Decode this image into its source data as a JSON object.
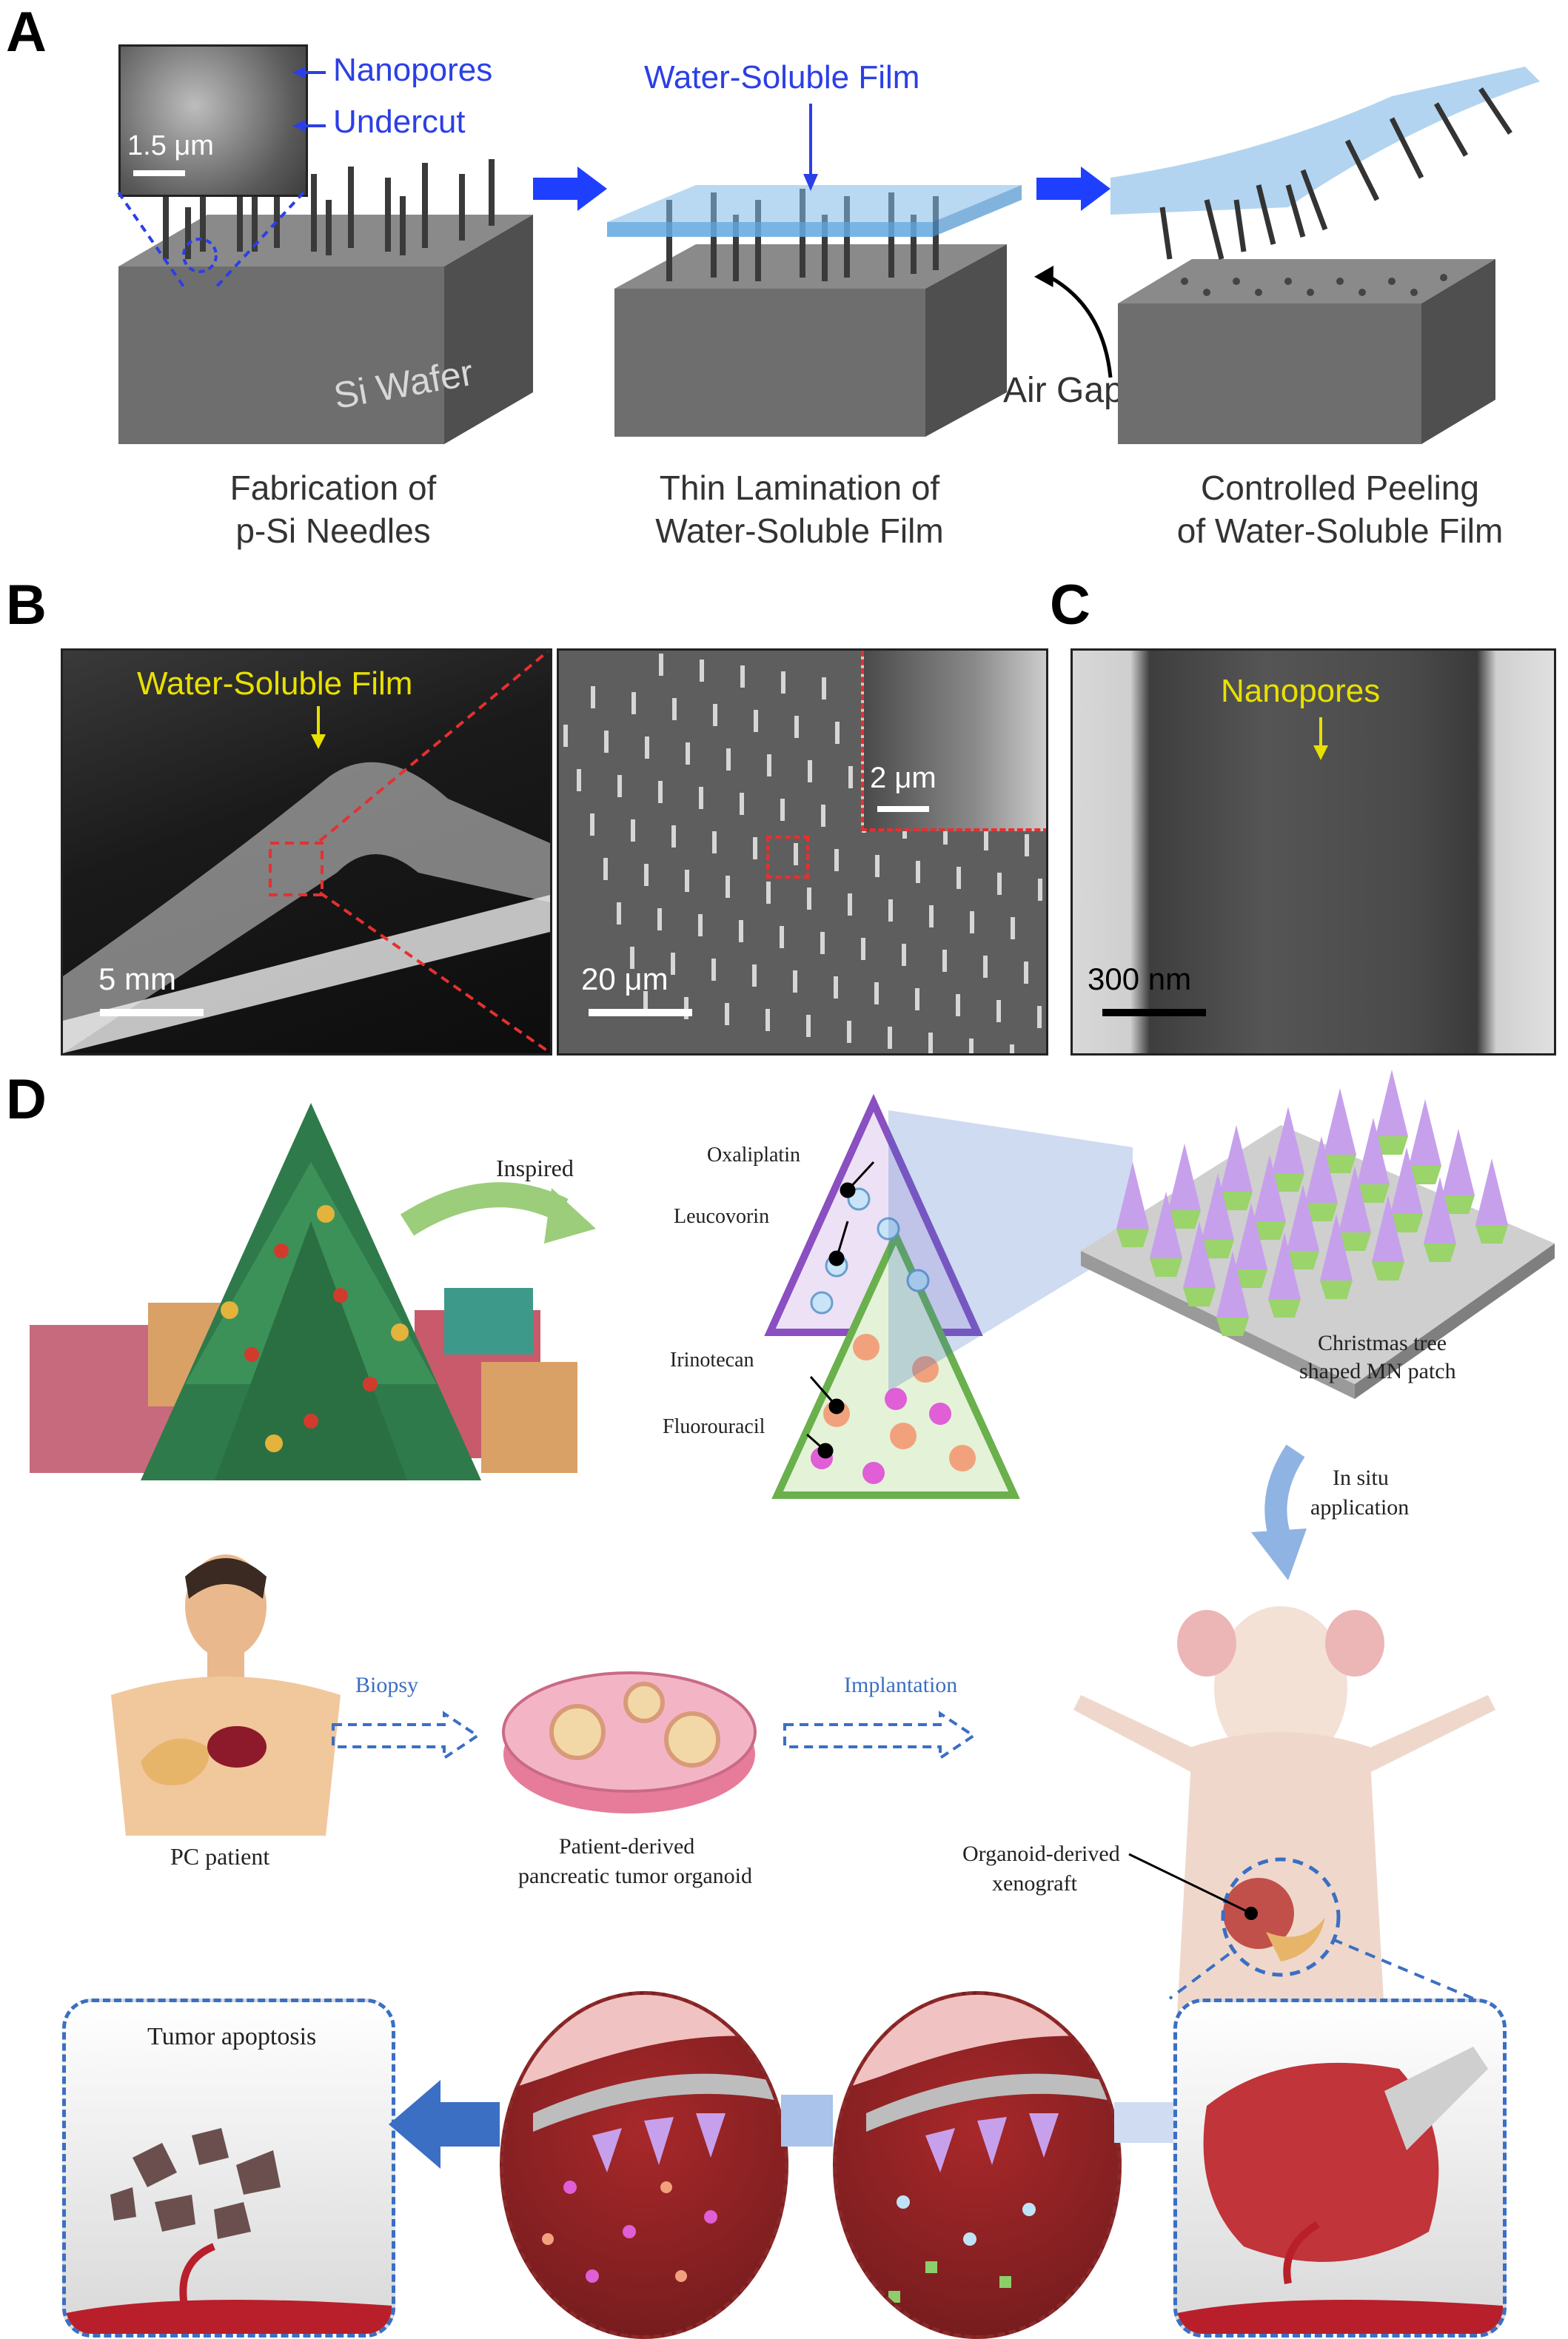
{
  "panels": {
    "a": {
      "letter": "A"
    },
    "b": {
      "letter": "B"
    },
    "c": {
      "letter": "C"
    },
    "d": {
      "letter": "D"
    }
  },
  "panel_a": {
    "inset_labels": {
      "nanopores": "Nanopores",
      "undercut": "Undercut",
      "scale": "1.5 μm"
    },
    "wafer_label": "Si Wafer",
    "film_label": "Water-Soluble Film",
    "air_gap_label": "Air Gap",
    "captions": [
      {
        "line1": "Fabrication of",
        "line2": "p-Si Needles"
      },
      {
        "line1": "Thin Lamination of",
        "line2": "Water-Soluble Film"
      },
      {
        "line1": "Controlled Peeling",
        "line2": "of Water-Soluble Film"
      }
    ]
  },
  "panel_b": {
    "photo_label": "Water-Soluble Film",
    "scale_left": "5 mm",
    "scale_right": "20 μm",
    "scale_inset": "2 μm"
  },
  "panel_c": {
    "label": "Nanopores",
    "scale": "300 nm"
  },
  "panel_d": {
    "inspired": "Inspired",
    "drugs": [
      "Oxaliplatin",
      "Leucovorin",
      "Irinotecan",
      "Fluorouracil"
    ],
    "patch_label_1": "Christmas tree",
    "patch_label_2": "shaped MN patch",
    "insitu_1": "In situ",
    "insitu_2": "application",
    "biopsy": "Biopsy",
    "implantation": "Implantation",
    "organoid_1": "Patient-derived",
    "organoid_2": "pancreatic tumor organoid",
    "patient": "PC patient",
    "xenograft_1": "Organoid-derived",
    "xenograft_2": "xenograft",
    "apoptosis": "Tumor apoptosis"
  },
  "colors": {
    "label_blue": "#2b3fe6",
    "label_yellow": "#e8e000",
    "arrow_blue": "#1f3fff",
    "drug_purple": "#8a4fc0",
    "drug_green": "#6ab04c",
    "dashed_blue": "#3a6fc4"
  }
}
